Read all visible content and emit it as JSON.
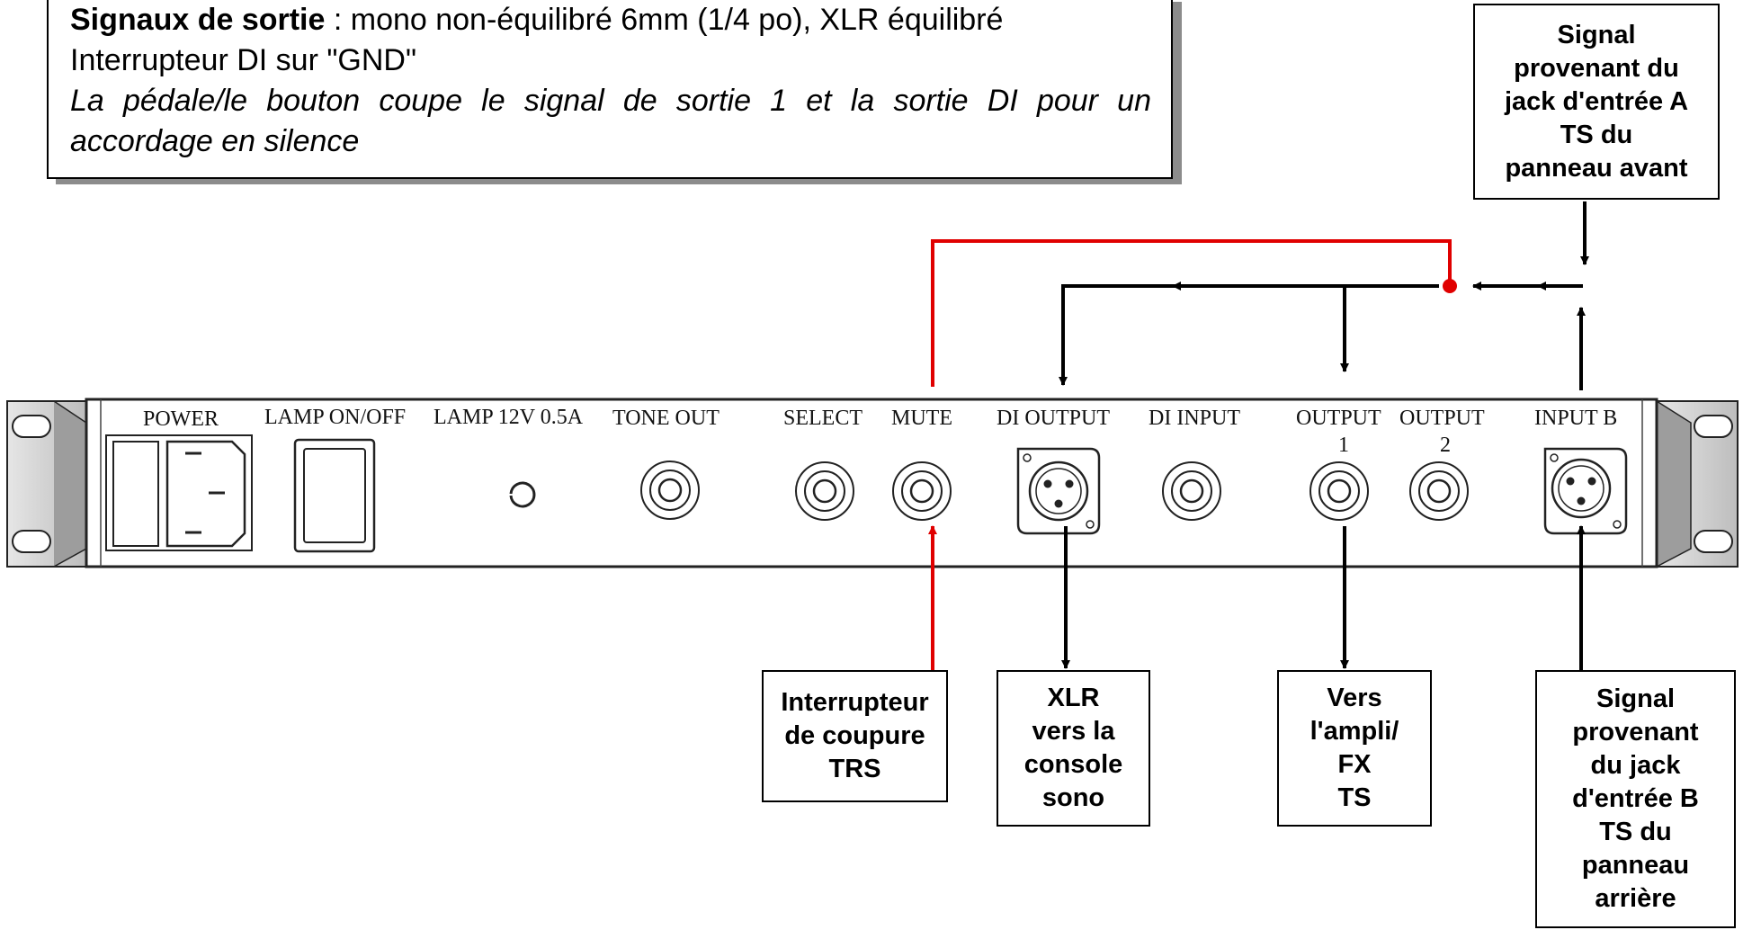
{
  "info_box": {
    "line1_bold": "Signaux de sortie",
    "line1_rest": " : mono non-équilibré 6mm (1/4 po), XLR équilibré",
    "line2": "Interrupteur DI sur \"GND\"",
    "line3_italic": "La pédale/le bouton coupe le signal de sortie 1 et la sortie DI pour un accordage en silence"
  },
  "callouts": {
    "input_a": "Signal\nprovenant du\njack d'entrée A\nTS du\npanneau avant",
    "mute_switch": "Interrupteur\nde coupure\nTRS",
    "xlr_console": "XLR\nvers la\nconsole\nsono",
    "ampli_fx": "Vers\nl'ampli/\nFX\nTS",
    "input_b": "Signal\nprovenant\ndu jack\nd'entrée B\nTS du\npanneau\narrière"
  },
  "panel": {
    "power": "POWER",
    "lamp_switch": "LAMP ON/OFF",
    "lamp_rating": "LAMP 12V 0.5A",
    "tone_out": "TONE OUT",
    "select": "SELECT",
    "mute": "MUTE",
    "di_output": "DI OUTPUT",
    "di_input": "DI INPUT",
    "output": "OUTPUT",
    "output_1_num": "1",
    "output_2_num": "2",
    "input_b": "INPUT B"
  },
  "colors": {
    "mute_path": "#e00000",
    "signal_path": "#000000",
    "panel_face": "#ffffff",
    "ear_shading": "#c8c8c8"
  }
}
